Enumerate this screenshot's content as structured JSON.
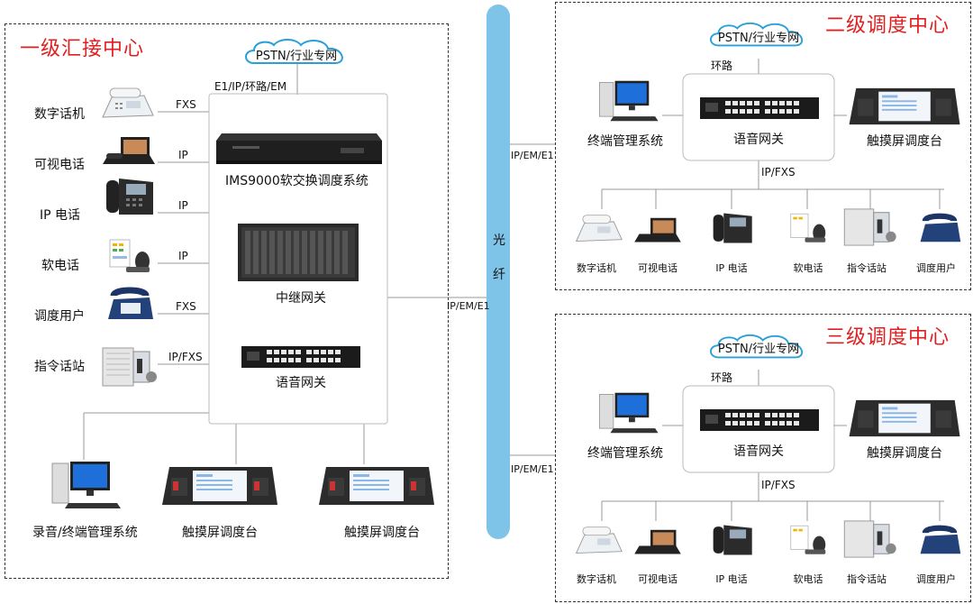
{
  "level1": {
    "title": "一级汇接中心",
    "cloud": "PSTN/行业专网",
    "uplink": "E1/IP/环路/EM",
    "terminals": [
      {
        "name": "数字话机",
        "link": "FXS",
        "icon": "desk-phone-icon"
      },
      {
        "name": "可视电话",
        "link": "IP",
        "icon": "video-phone-icon"
      },
      {
        "name": "IP 电话",
        "link": "IP",
        "icon": "ip-phone-icon"
      },
      {
        "name": "软电话",
        "link": "IP",
        "icon": "softphone-icon"
      },
      {
        "name": "调度用户",
        "link": "FXS",
        "icon": "dispatch-phone-icon"
      },
      {
        "name": "指令话站",
        "link": "IP/FXS",
        "icon": "command-station-icon"
      }
    ],
    "devices": [
      "IMS9000软交换调度系统",
      "中继网关",
      "语音网关"
    ],
    "bottom": [
      "录音/终端管理系统",
      "触摸屏调度台",
      "触摸屏调度台"
    ]
  },
  "fiber": {
    "label_top": "光",
    "label_bottom": "纤",
    "link_left": "IP/EM/E1",
    "link_right_1": "IP/EM/E1",
    "link_right_2": "IP/EM/E1"
  },
  "level2": {
    "title": "二级调度中心",
    "cloud": "PSTN/行业专网",
    "loop": "环路",
    "mgmt": "终端管理系统",
    "gateway": "语音网关",
    "console": "触摸屏调度台",
    "downlink": "IP/FXS",
    "terminals": [
      "数字话机",
      "可视电话",
      "IP 电话",
      "软电话",
      "指令话站",
      "调度用户"
    ]
  },
  "level3": {
    "title": "三级调度中心",
    "cloud": "PSTN/行业专网",
    "loop": "环路",
    "mgmt": "终端管理系统",
    "gateway": "语音网关",
    "console": "触摸屏调度台",
    "downlink": "IP/FXS",
    "terminals": [
      "数字话机",
      "可视电话",
      "IP 电话",
      "软电话",
      "指令话站",
      "调度用户"
    ]
  },
  "colors": {
    "title": "#e02020",
    "fiber": "#7ec4e8",
    "cloud_stroke": "#2a9fd8"
  }
}
